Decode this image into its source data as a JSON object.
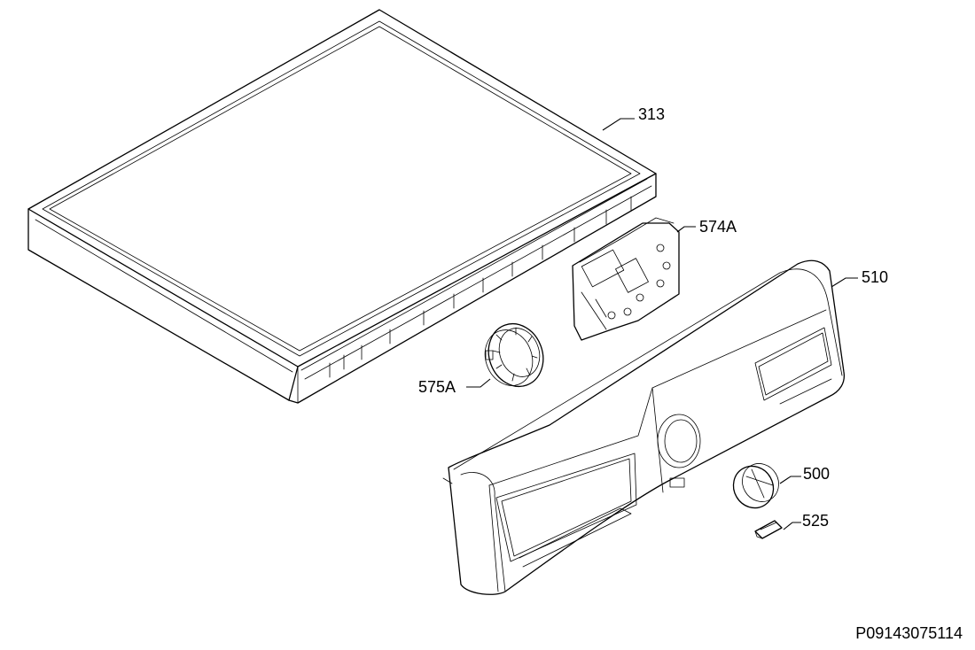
{
  "callouts": {
    "p313": "313",
    "p574a": "574A",
    "p510": "510",
    "p575a": "575A",
    "p500": "500",
    "p525": "525"
  },
  "diagram_id": "P09143075114"
}
